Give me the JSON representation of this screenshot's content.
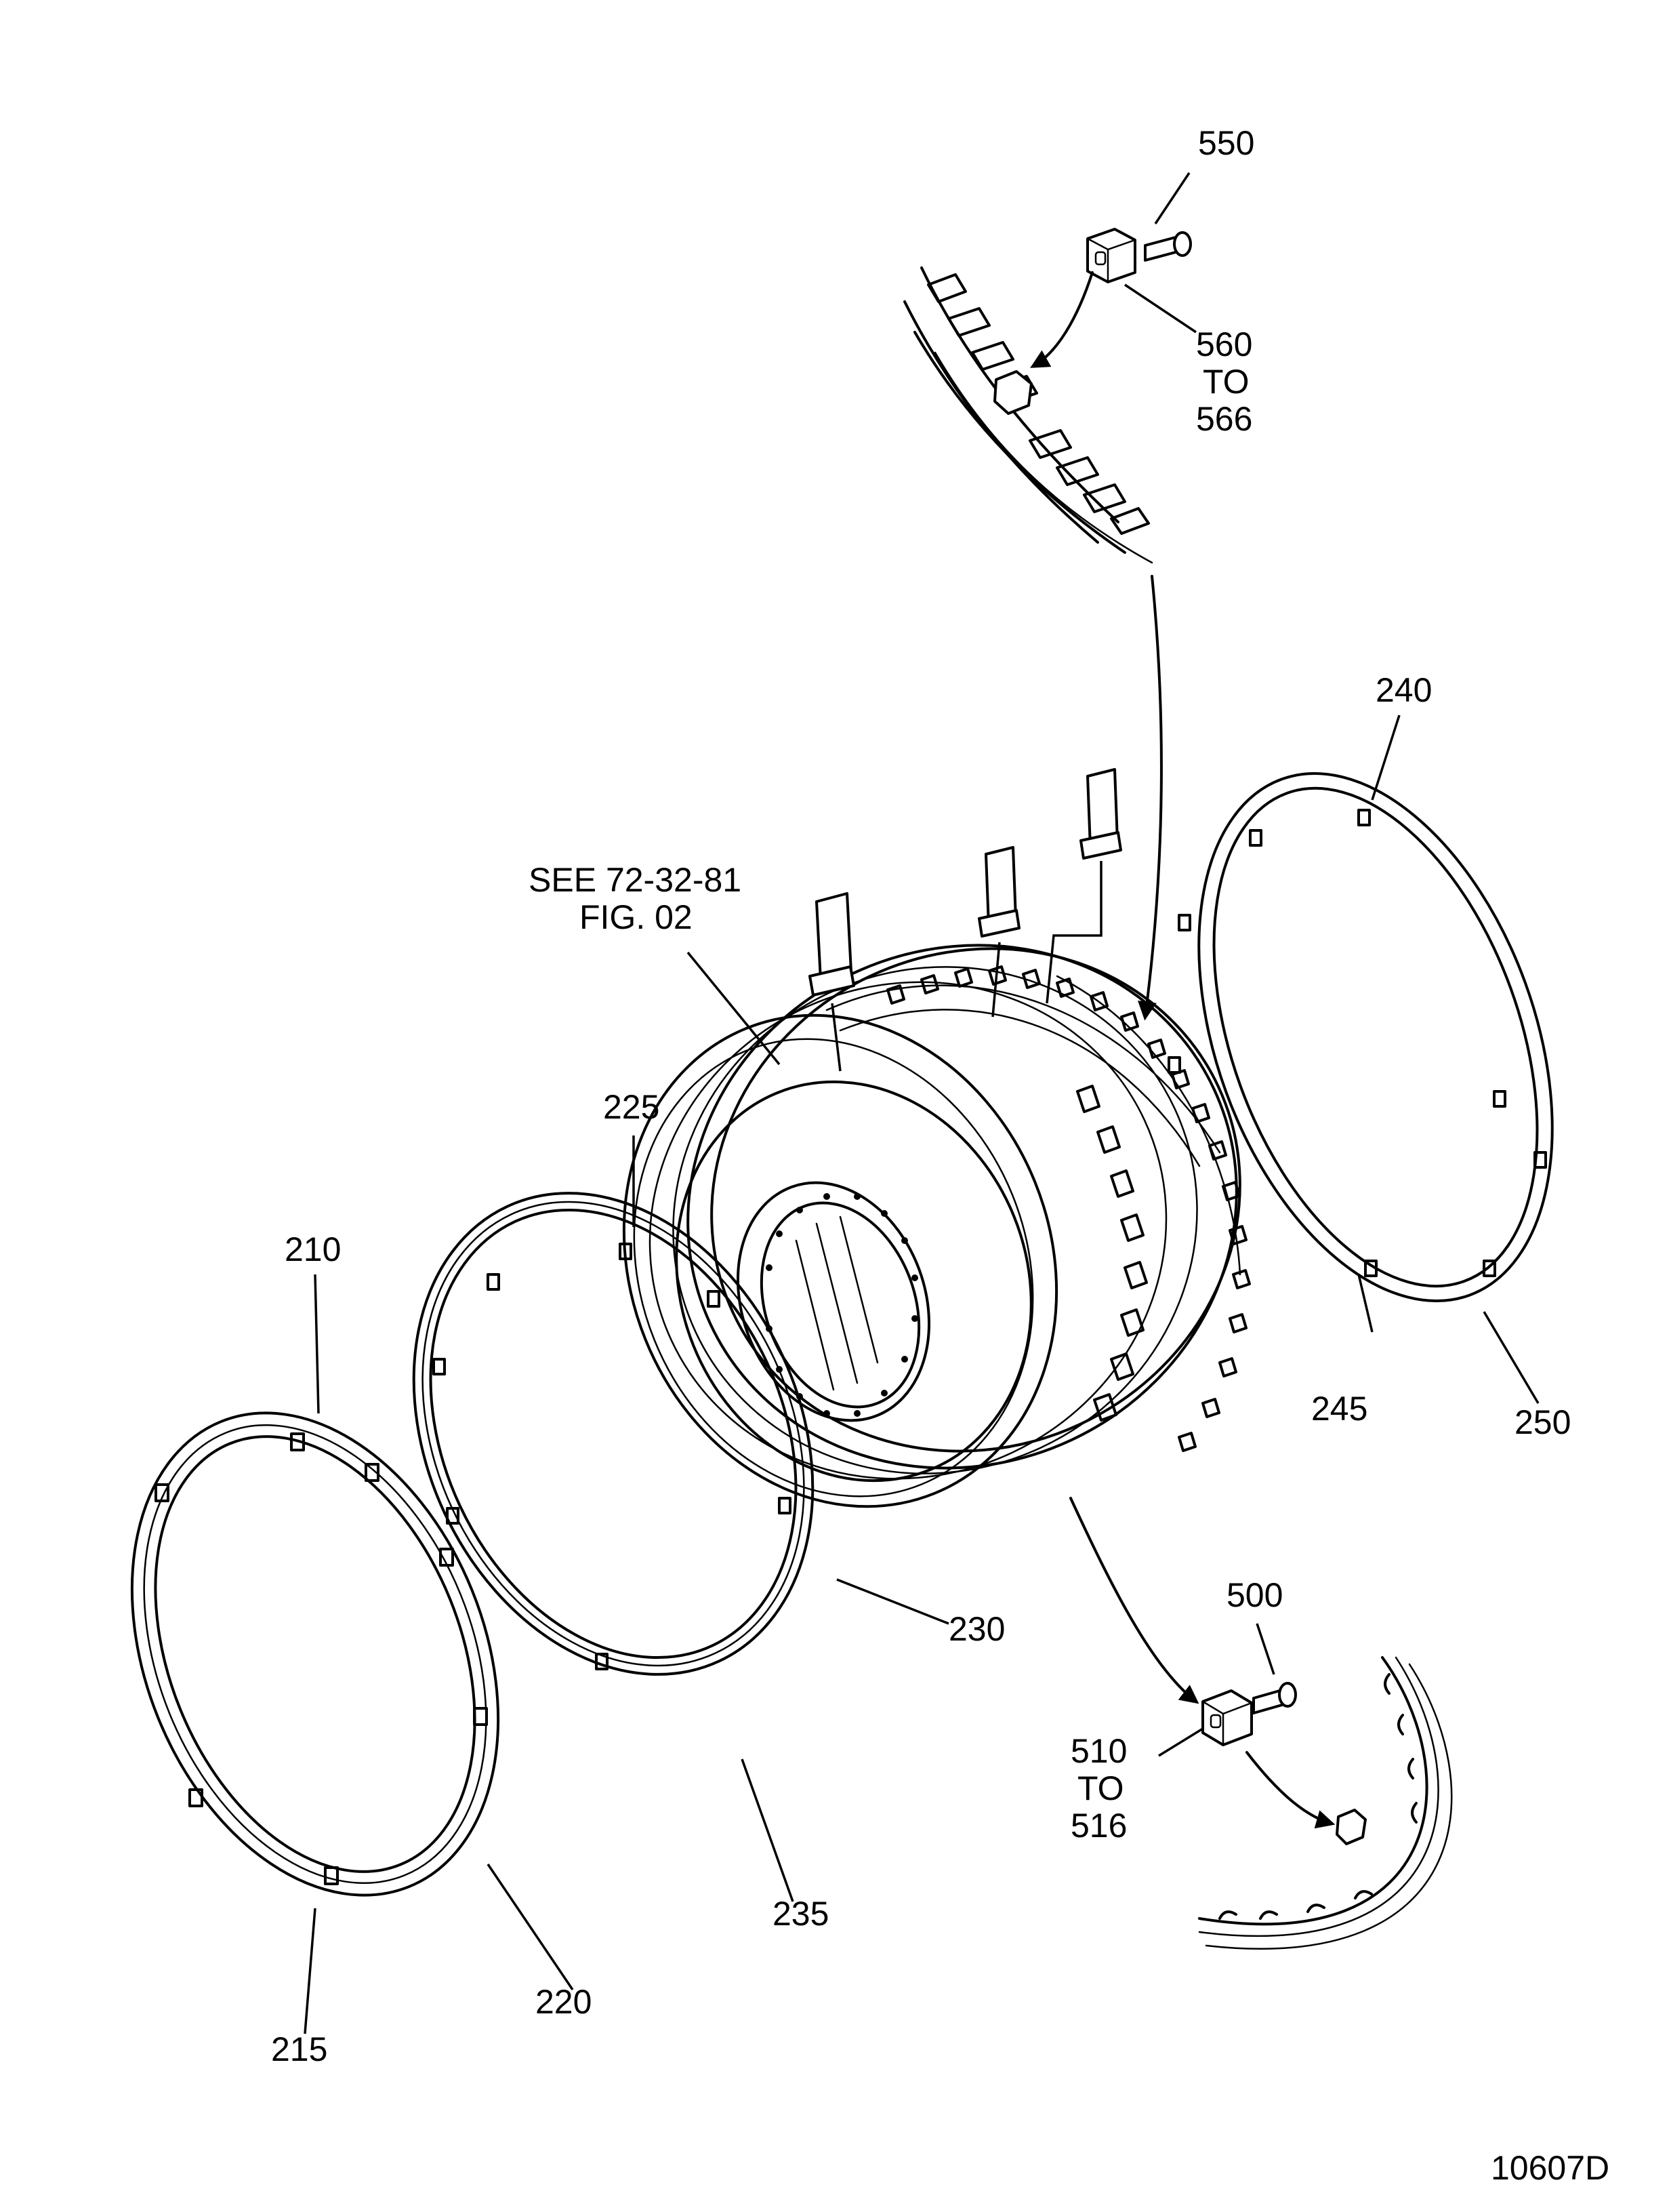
{
  "drawing": {
    "figure_id": "10607D",
    "reference": {
      "line1": "SEE  72-32-81",
      "line2": "FIG.  02"
    },
    "callouts": {
      "c550": "550",
      "c560a": "560",
      "c560b": "TO",
      "c560c": "566",
      "c240": "240",
      "c245": "245",
      "c250": "250",
      "c225": "225",
      "c210": "210",
      "c230": "230",
      "c235": "235",
      "c220": "220",
      "c215": "215",
      "c500": "500",
      "c510a": "510",
      "c510b": "TO",
      "c510c": "516"
    }
  }
}
